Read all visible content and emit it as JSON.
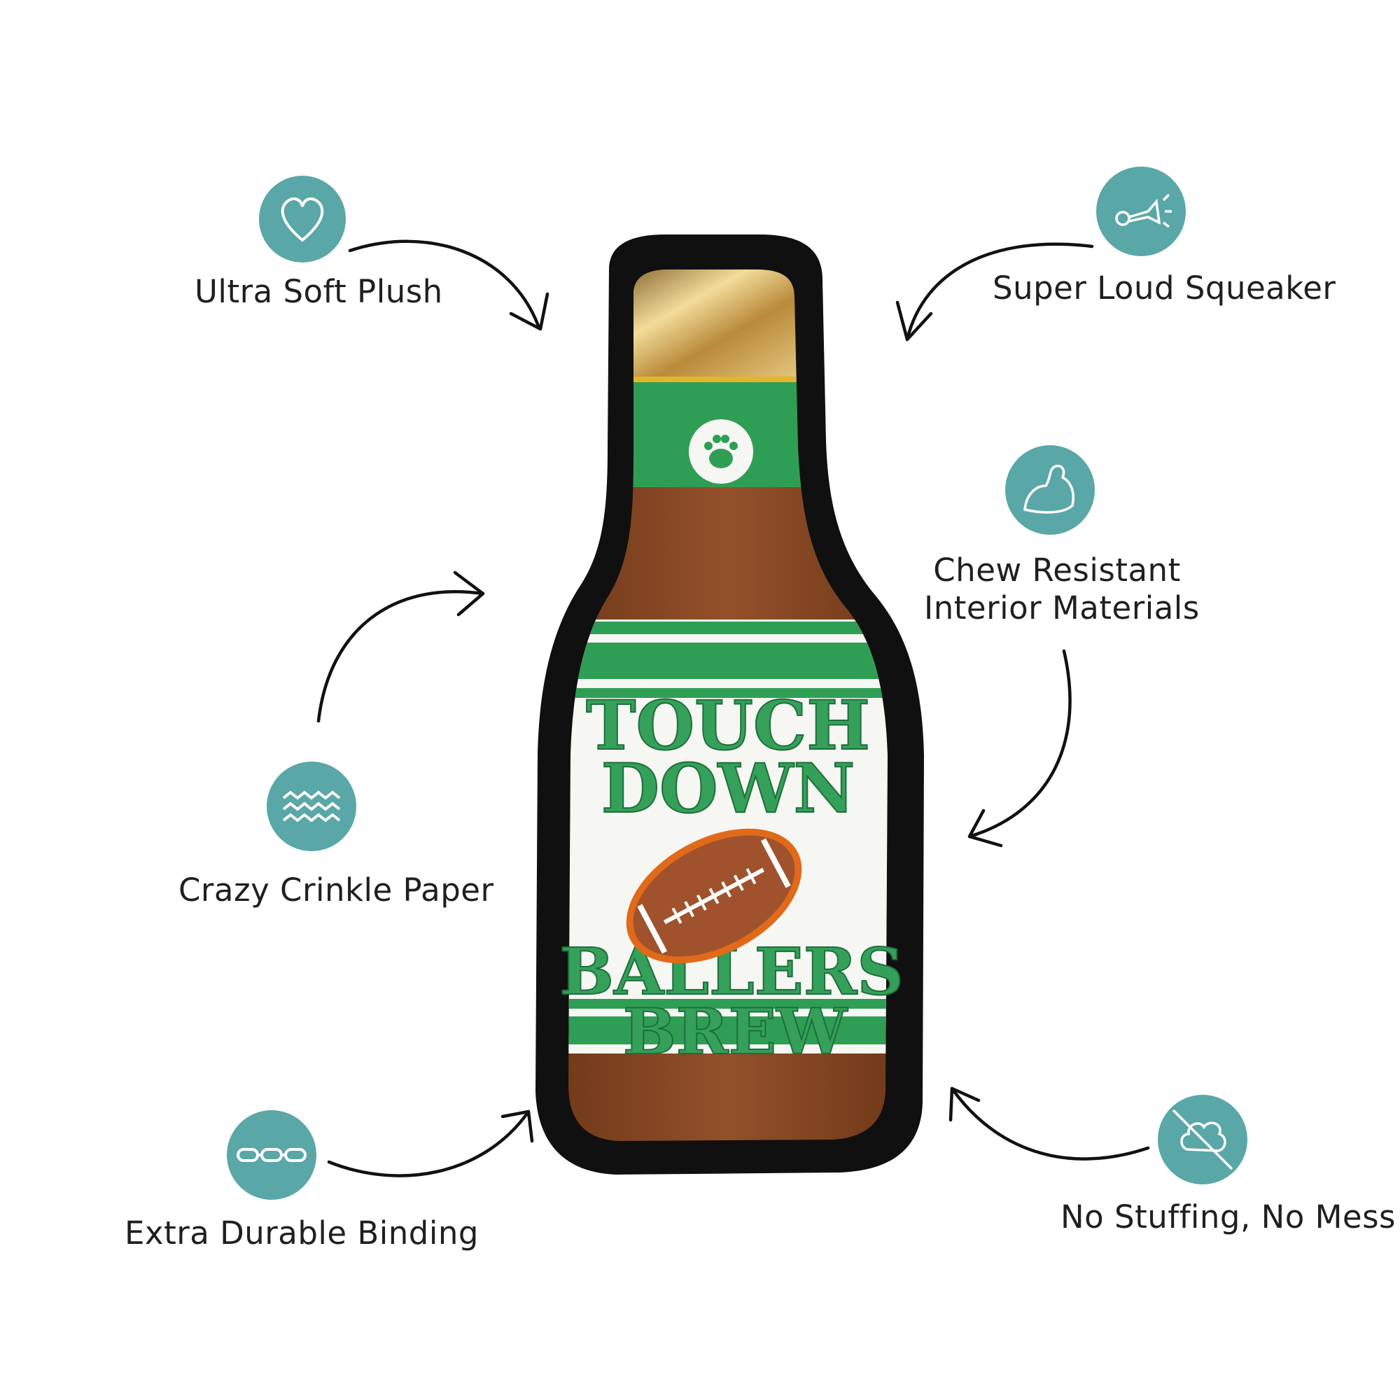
{
  "features": {
    "soft_plush": {
      "label": "Ultra Soft Plush",
      "icon": "heart-icon"
    },
    "squeaker": {
      "label": "Super Loud Squeaker",
      "icon": "horn-icon"
    },
    "chew_resistant": {
      "label_line1": "Chew Resistant",
      "label_line2": "Interior Materials",
      "icon": "flexed-arm-icon"
    },
    "crinkle": {
      "label": "Crazy Crinkle Paper",
      "icon": "wavy-lines-icon"
    },
    "binding": {
      "label": "Extra Durable Binding",
      "icon": "chain-link-icon"
    },
    "no_stuffing": {
      "label": "No Stuffing, No Mess",
      "icon": "no-cotton-icon"
    }
  },
  "product": {
    "text_line1": "TOUCH",
    "text_line2": "DOWN",
    "text_line3": "BALLERS",
    "text_line4": "BREW",
    "badge_icon": "paw-print-icon"
  },
  "colors": {
    "teal": "#5aa7a8",
    "bottle_brown": "#8a4a24",
    "green": "#2f9e55",
    "black_binding": "#101010",
    "gold": "#c9a04a",
    "football_brown": "#a0522d"
  }
}
